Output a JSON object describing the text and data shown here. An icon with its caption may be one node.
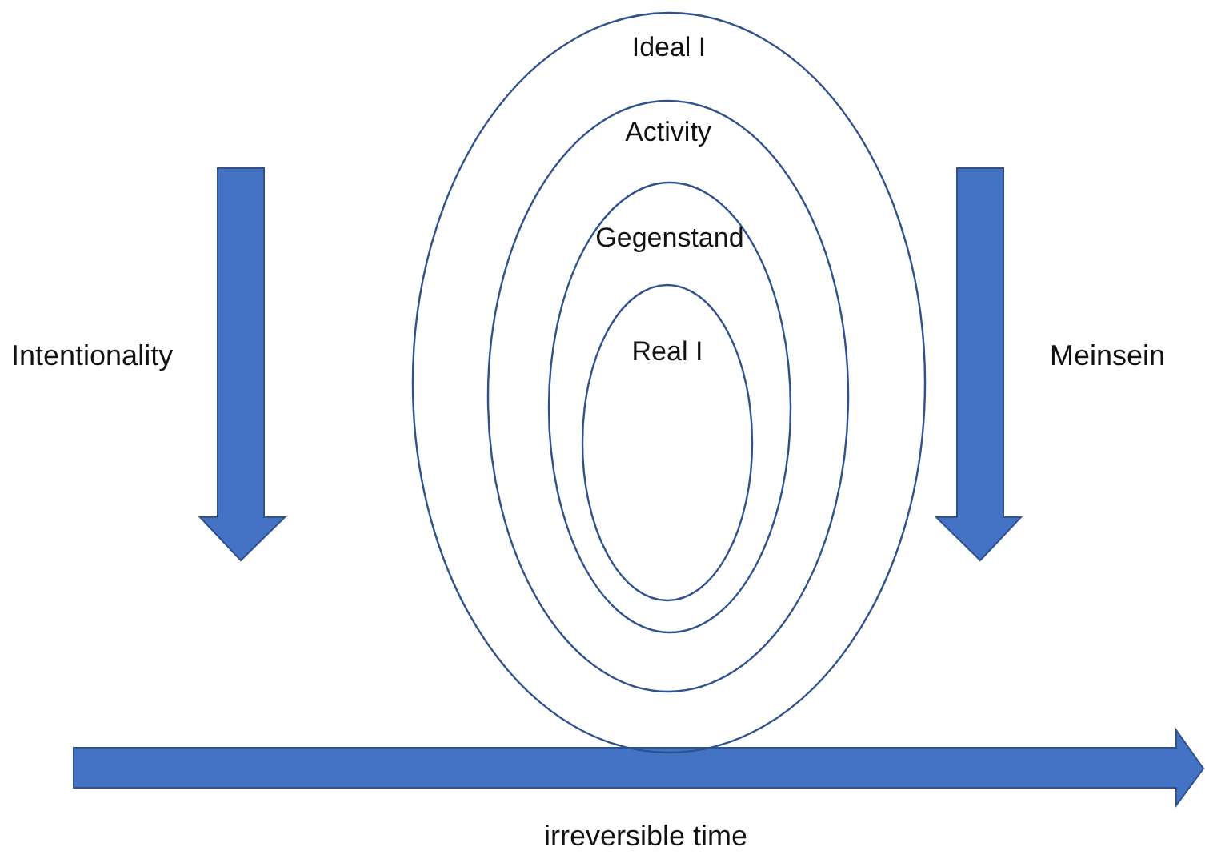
{
  "diagram": {
    "nodes": [
      {
        "text": [
          "Ideal I"
        ]
      },
      {
        "text": [
          "Activity"
        ],
        "in": 0
      },
      {
        "text": [
          "Gegenstand"
        ],
        "in": 1
      },
      {
        "text": [
          "Real I"
        ],
        "in": 2
      }
    ],
    "edges": [],
    "labels": [
      "Intentionality",
      "Meinsein",
      "irreversible time"
    ]
  }
}
